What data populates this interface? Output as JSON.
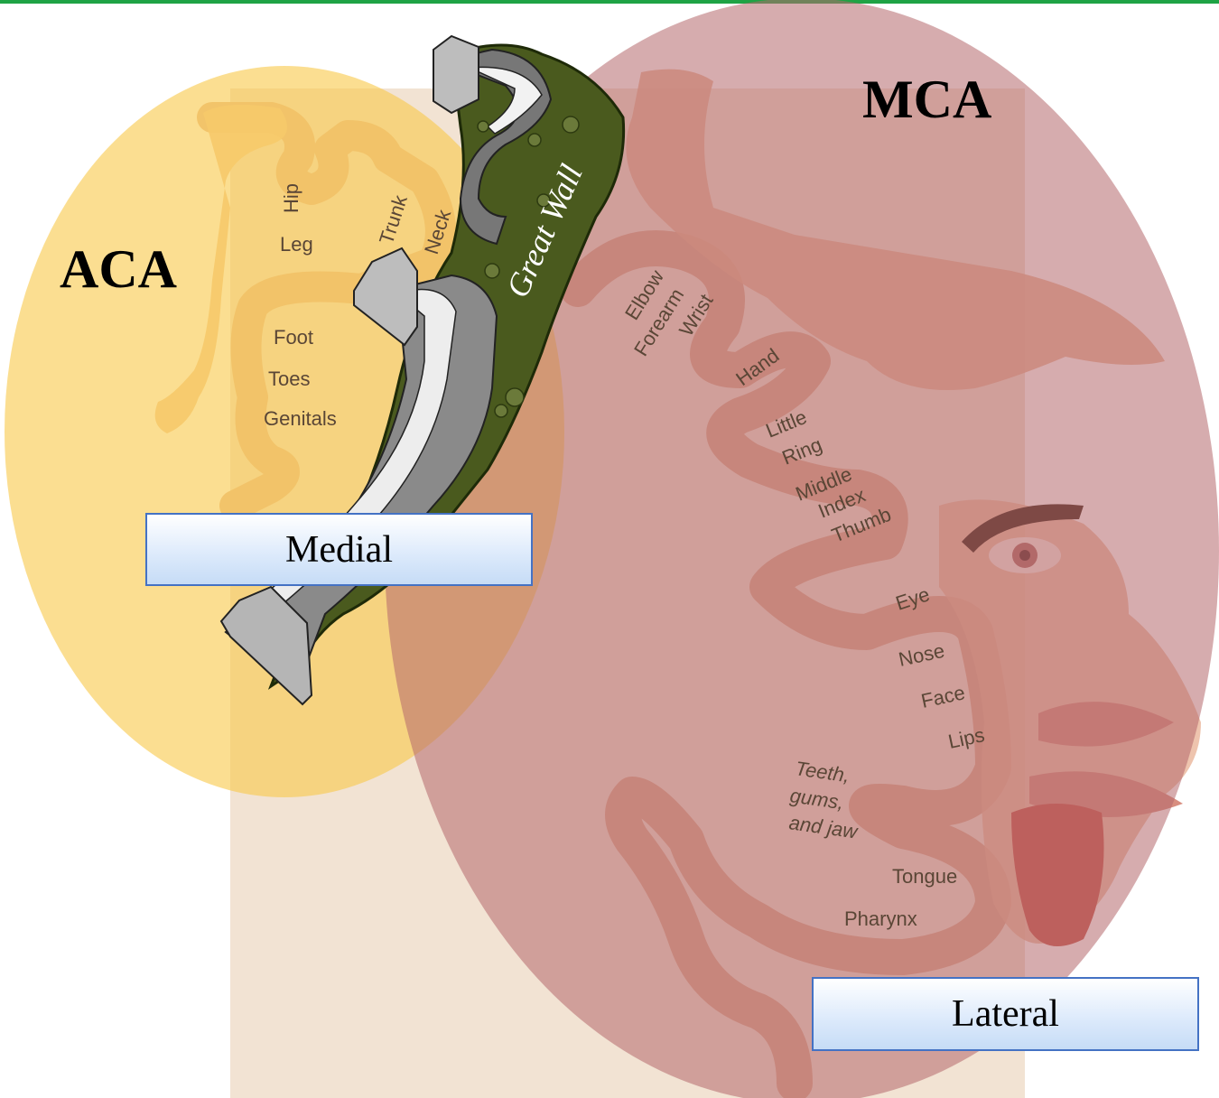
{
  "regions": {
    "aca": {
      "label": "ACA",
      "color": "#f8c94e"
    },
    "mca": {
      "label": "MCA",
      "color": "#b5676b"
    }
  },
  "wall_label": "Great Wall",
  "sides": {
    "medial": "Medial",
    "lateral": "Lateral"
  },
  "medial_labels": {
    "hip": "Hip",
    "leg": "Leg",
    "trunk": "Trunk",
    "neck": "Neck",
    "foot": "Foot",
    "toes": "Toes",
    "genitals": "Genitals"
  },
  "lateral_labels": {
    "elbow": "Elbow",
    "forearm": "Forearm",
    "wrist": "Wrist",
    "hand": "Hand",
    "little": "Little",
    "ring": "Ring",
    "middle": "Middle",
    "index": "Index",
    "thumb": "Thumb",
    "eye": "Eye",
    "nose": "Nose",
    "face": "Face",
    "lips": "Lips",
    "teeth": "Teeth,",
    "gums": "gums,",
    "jaw": "and jaw",
    "tongue": "Tongue",
    "pharynx": "Pharynx"
  },
  "colors": {
    "top_border": "#1fa345",
    "wall_hill": "#4a5a1e",
    "box_border": "#4472c4",
    "cortex": "#e6b48f"
  }
}
